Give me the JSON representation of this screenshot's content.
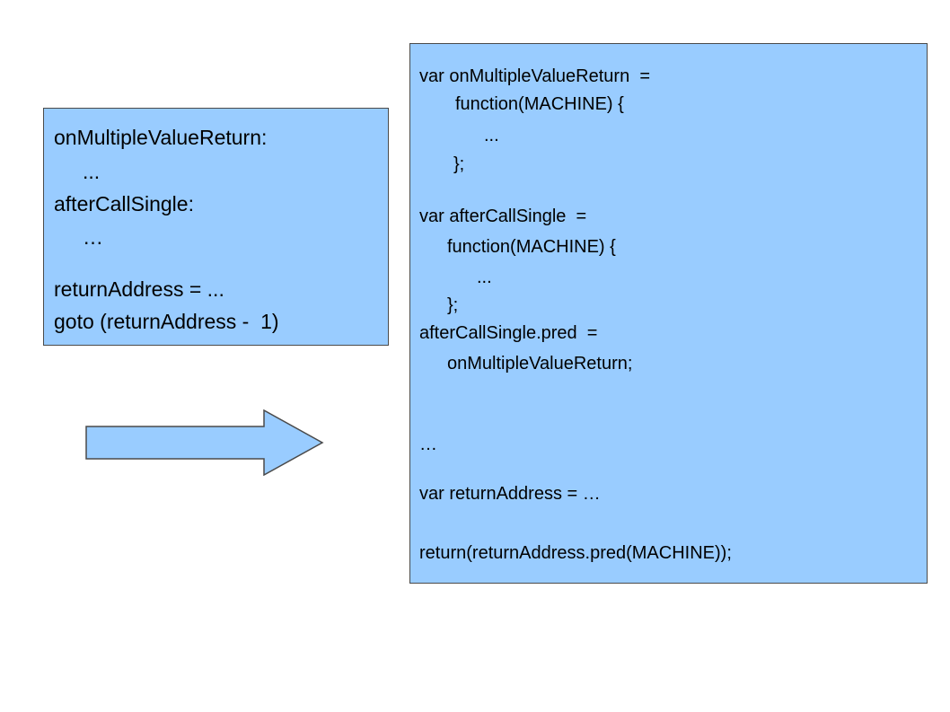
{
  "left_box": {
    "lines": [
      "onMultipleValueReturn:",
      "...",
      "afterCallSingle:",
      "…",
      "returnAddress = ...",
      "goto (returnAddress -  1)"
    ]
  },
  "right_box": {
    "lines": [
      "var onMultipleValueReturn  =",
      "function(MACHINE) {",
      "...",
      "};",
      "var afterCallSingle  =",
      "function(MACHINE) {",
      "...",
      "};",
      "afterCallSingle.pred  =",
      "onMultipleValueReturn;",
      "…",
      "var returnAddress = …",
      "return(returnAddress.pred(MACHINE));"
    ]
  },
  "colors": {
    "box_fill": "#99ccff",
    "box_border": "#4a4a4a",
    "arrow_fill": "#99ccff",
    "arrow_stroke": "#4a4a4a"
  },
  "arrow": {
    "direction": "right"
  }
}
